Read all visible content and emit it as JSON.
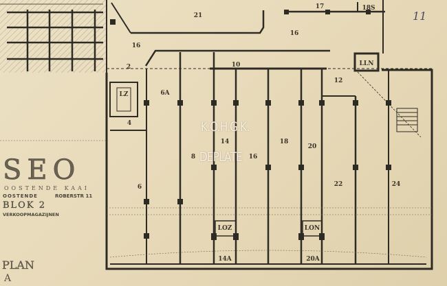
{
  "title": {
    "monogram": "SEO",
    "monogram_subtitle": "OOSTENDE KAAI",
    "city": "OOSTENDE",
    "street": "ROBERSTR 11",
    "block": "BLOK 2",
    "subject": "VERKOOPMAGAZIJNEN"
  },
  "plan_label": "PLAN",
  "plan_letter": "A",
  "sheet_number": "11",
  "watermark": [
    "K.O.H.G.K.",
    "DEPLATE"
  ],
  "rooms": [
    "21",
    "17",
    "18S",
    "16",
    "16",
    "2",
    "6A",
    "10",
    "LLN",
    "12",
    "LZ",
    "4",
    "8",
    "14",
    "16",
    "18",
    "20",
    "22",
    "24",
    "6",
    "LOZ",
    "LON",
    "14A",
    "20A"
  ],
  "colors": {
    "paper": "#e8dcbd",
    "ink": "#2e2a24"
  }
}
